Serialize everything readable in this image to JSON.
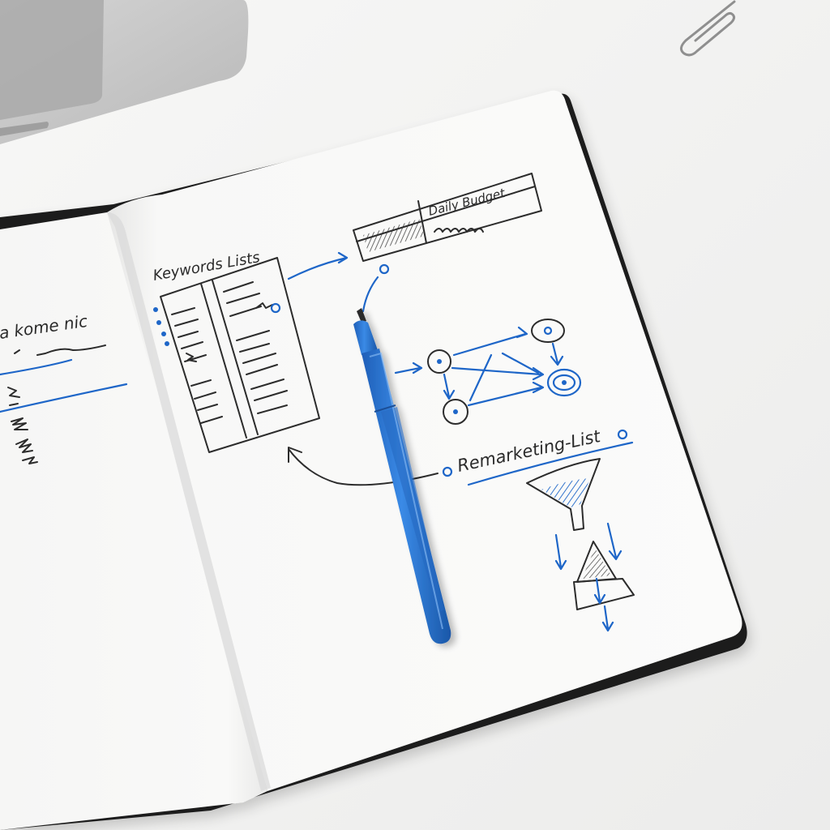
{
  "colors": {
    "desk": "#f3f3f2",
    "paper": "#fbfbfa",
    "cover": "#1c1c1c",
    "ink_dark": "#2c2c2c",
    "ink_blue": "#1e66c8",
    "pen_body": "#2f7ad6",
    "laptop": "#bdbdbd"
  },
  "notebook": {
    "left_page": {
      "scribble_text": "a kome nic"
    },
    "right_page": {
      "keywords_title": "Keywords Lists",
      "budget_label": "Daily Budget",
      "remarketing_label": "Remarketing-List"
    }
  },
  "objects": {
    "laptop": "laptop-corner",
    "paperclip": "paperclip-icon",
    "pen": "blue-pen"
  }
}
